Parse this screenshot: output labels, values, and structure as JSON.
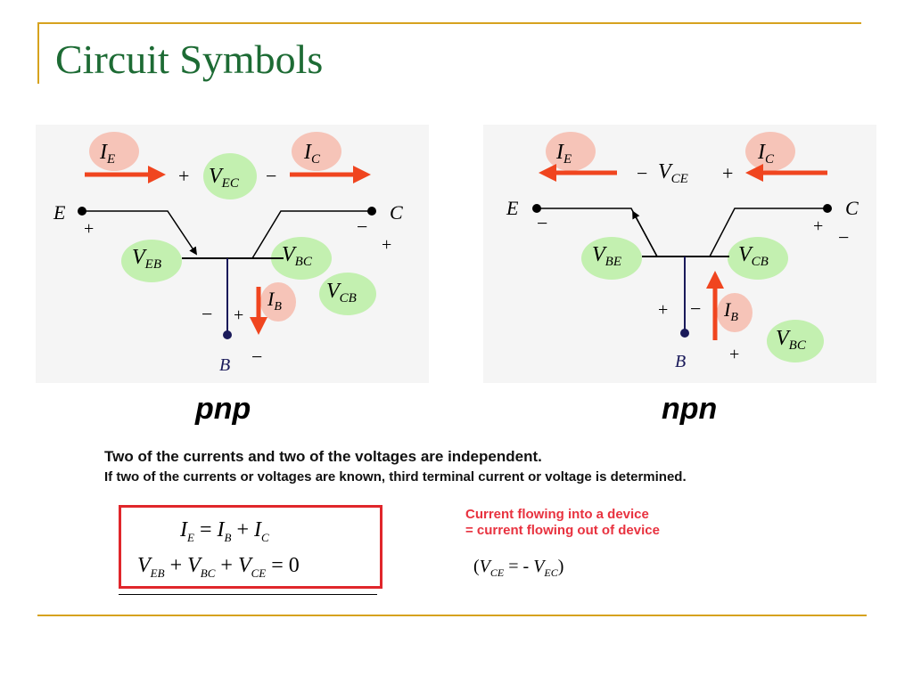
{
  "slide": {
    "title": "Circuit Symbols"
  },
  "pnp": {
    "label": "pnp",
    "terminal_e": "E",
    "terminal_c": "C",
    "terminal_b": "B",
    "ie_main": "I",
    "ie_sub": "E",
    "ic_main": "I",
    "ic_sub": "C",
    "ib_main": "I",
    "ib_sub": "B",
    "vec_main": "V",
    "vec_sub": "EC",
    "veb_main": "V",
    "veb_sub": "EB",
    "vbc_main": "V",
    "vbc_sub": "BC",
    "vcb_main": "V",
    "vcb_sub": "CB",
    "vec_plus": "+",
    "vec_minus": "−",
    "e_plus": "+",
    "c_minus": "−",
    "c_plus": "+",
    "b_left_minus": "−",
    "b_left_plus": "+",
    "b_minus": "−"
  },
  "npn": {
    "label": "npn",
    "terminal_e": "E",
    "terminal_c": "C",
    "terminal_b": "B",
    "ie_main": "I",
    "ie_sub": "E",
    "ic_main": "I",
    "ic_sub": "C",
    "ib_main": "I",
    "ib_sub": "B",
    "vce_main": "V",
    "vce_sub": "CE",
    "vbe_main": "V",
    "vbe_sub": "BE",
    "vcb_main": "V",
    "vcb_sub": "CB",
    "vbc_main": "V",
    "vbc_sub": "BC",
    "vce_minus": "−",
    "vce_plus": "+",
    "e_minus": "−",
    "c_plus": "+",
    "c_minus": "−",
    "b_plus": "+",
    "b_minus": "−",
    "b_bottom_plus": "+"
  },
  "notes": {
    "line1": "Two of the currents and two of the voltages are independent.",
    "line2": "If two of the currents or voltages are known, third terminal current or voltage is determined."
  },
  "equations": {
    "eq1_lhs": "I",
    "eq1_lhs_sub": "E",
    "eq1_eq": " = ",
    "eq1_t1": "I",
    "eq1_t1_sub": "B",
    "eq1_plus": " + ",
    "eq1_t2": "I",
    "eq1_t2_sub": "C",
    "eq2_t1": "V",
    "eq2_t1_sub": "EB",
    "eq2_p1": " + ",
    "eq2_t2": "V",
    "eq2_t2_sub": "BC",
    "eq2_p2": " + ",
    "eq2_t3": "V",
    "eq2_t3_sub": "CE",
    "eq2_rhs": " = 0"
  },
  "kcl_note": {
    "line1": "Current flowing into a device",
    "line2": "= current flowing out of device"
  },
  "relation": {
    "open": "(",
    "lhs": "V",
    "lhs_sub": "CE",
    "mid": " = - ",
    "rhs": "V",
    "rhs_sub": "EC",
    "close": ")"
  },
  "colors": {
    "accent_line": "#d6a21e",
    "title": "#1d6b34",
    "arrow": "#f0451f",
    "current_bubble": "#f6c4b8",
    "voltage_bubble": "#c3f0b0",
    "box": "#e0262b",
    "note": "#e8323f"
  }
}
